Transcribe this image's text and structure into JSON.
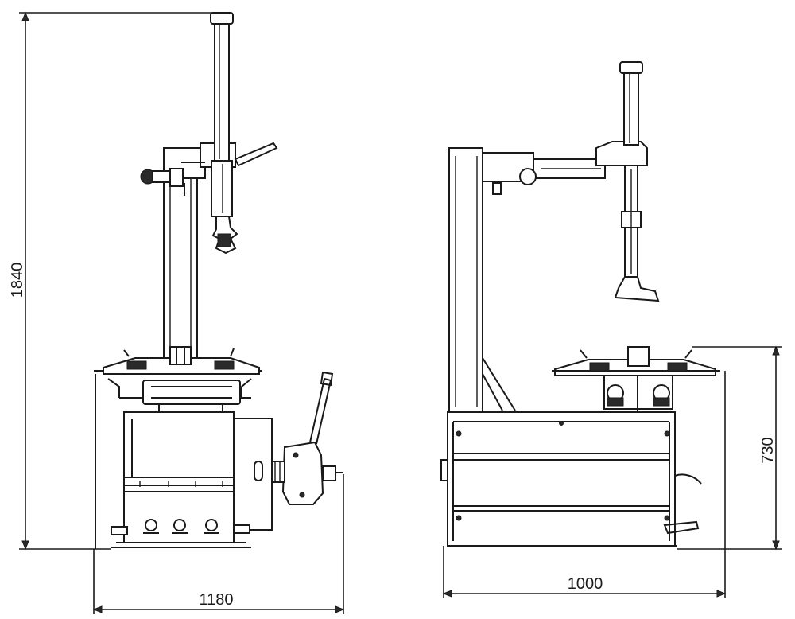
{
  "dimensions": {
    "overall_height": "1840",
    "front_width": "1180",
    "side_depth": "1000",
    "turntable_height": "730"
  }
}
